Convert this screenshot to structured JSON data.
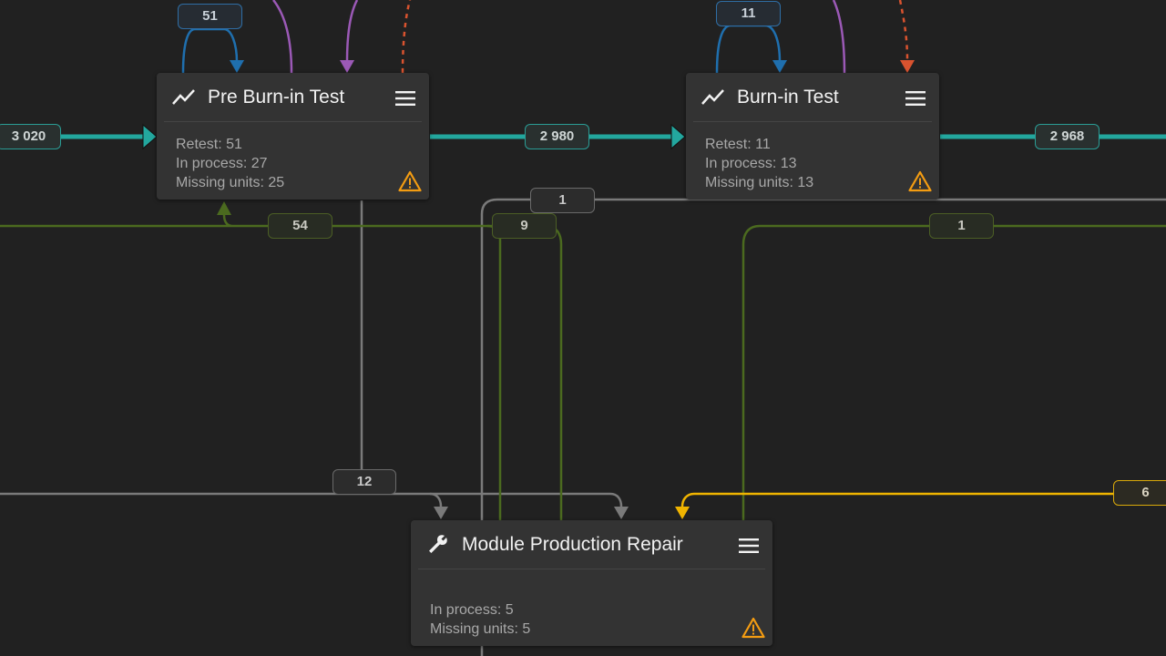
{
  "colors": {
    "background": "#212121",
    "node": "#333333",
    "flow_main": "#23a79e",
    "retest": "#1f6fae",
    "purple": "#9b59b6",
    "red_dashed": "#d9532f",
    "gray": "#7a7a7a",
    "green": "#4b6a1f",
    "yellow": "#f0b400",
    "warning": "#f39c12"
  },
  "nodes": {
    "pre_burn_in": {
      "icon": "trend-line-icon",
      "title": "Pre Burn-in Test",
      "retest": "Retest: 51",
      "in_process": "In process: 27",
      "missing": "Missing units: 25",
      "warning_icon": "warning-triangle-icon"
    },
    "burn_in": {
      "icon": "trend-line-icon",
      "title": "Burn-in Test",
      "retest": "Retest: 11",
      "in_process": "In process: 13",
      "missing": "Missing units: 13",
      "warning_icon": "warning-triangle-icon"
    },
    "module_repair": {
      "icon": "wrench-icon",
      "title": "Module Production Repair",
      "in_process": "In process: 5",
      "missing": "Missing units: 5",
      "warning_icon": "warning-triangle-icon"
    }
  },
  "edges": {
    "in_pre_burn": "3 020",
    "pre_to_burn": "2 980",
    "burn_out": "2 968",
    "pre_retest_loop": "51",
    "burn_retest_loop": "11",
    "gray_to_repair": "12",
    "gray_top": "1",
    "green_54": "54",
    "green_9": "9",
    "green_1": "1",
    "yellow_6": "6"
  }
}
